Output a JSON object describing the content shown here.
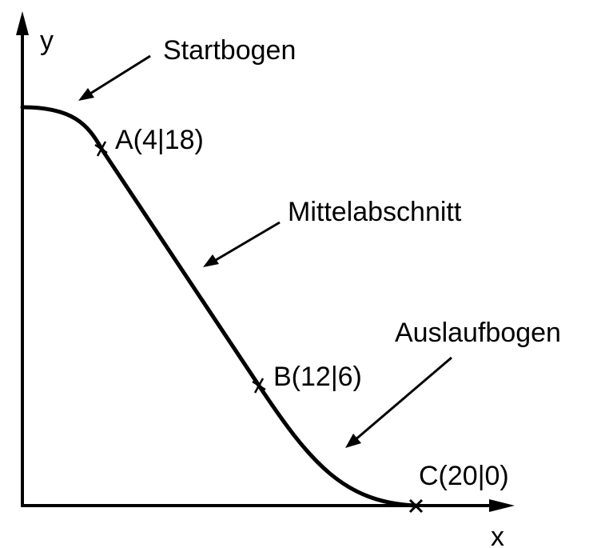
{
  "axes": {
    "x_label": "x",
    "y_label": "y"
  },
  "points": [
    {
      "id": "A",
      "label": "A(4|18)",
      "x": 4,
      "y": 18
    },
    {
      "id": "B",
      "label": "B(12|6)",
      "x": 12,
      "y": 6
    },
    {
      "id": "C",
      "label": "C(20|0)",
      "x": 20,
      "y": 0
    }
  ],
  "segments": {
    "start": "Startbogen",
    "middle": "Mittelabschnitt",
    "end": "Auslaufbogen"
  }
}
